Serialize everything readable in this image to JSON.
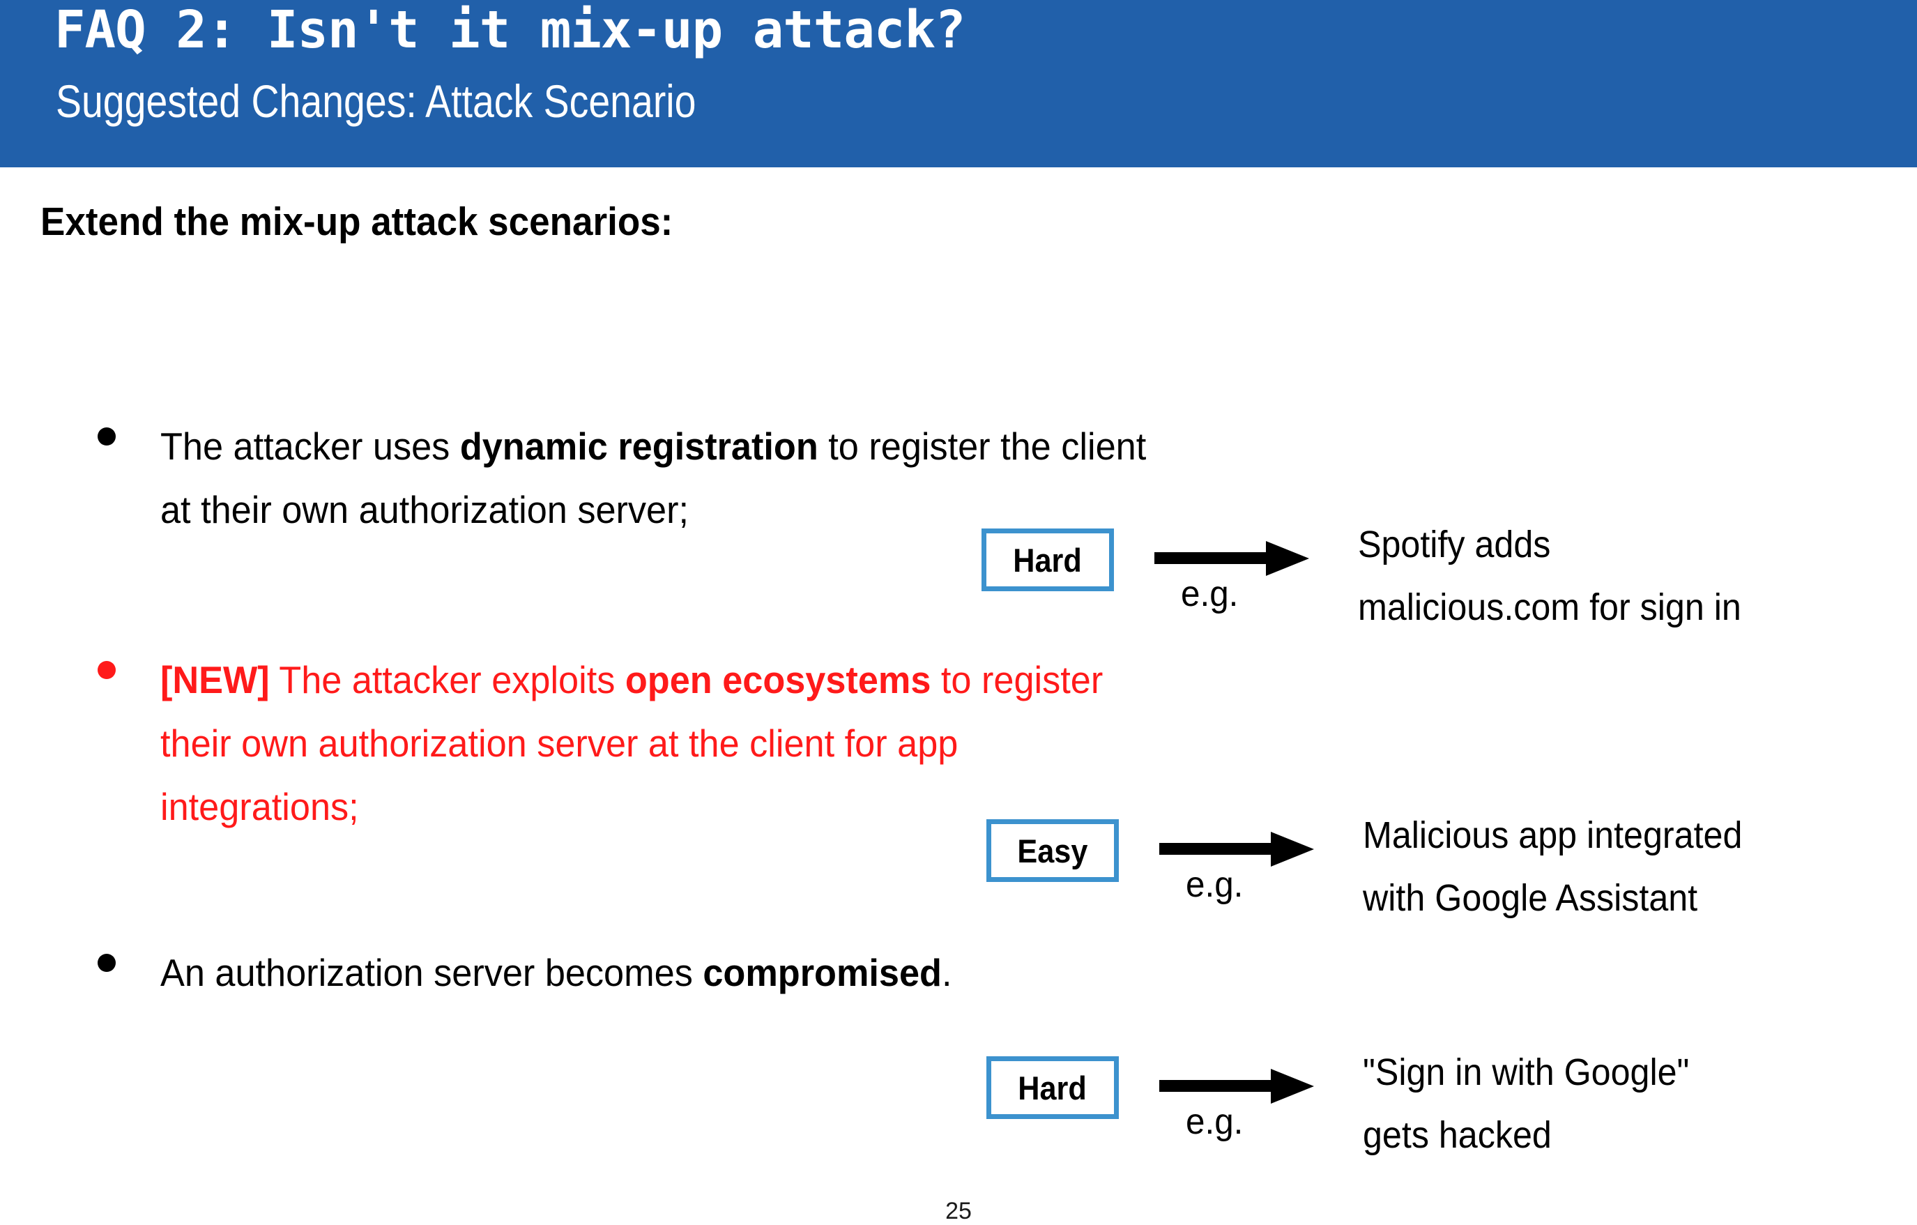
{
  "slide": {
    "title": "FAQ 2: Isn't it mix-up attack?",
    "subtitle": "Suggested Changes: Attack Scenario",
    "page_number": "25"
  },
  "colors": {
    "header_blue": "#2160AA",
    "box_border_blue": "#3C92CE",
    "highlight_red": "#FF1A1A",
    "body_black": "#000000",
    "background": "#FFFFFF"
  },
  "body": {
    "intro": "Extend the mix-up attack scenarios:",
    "bullets": [
      {
        "color": "black",
        "lines": [
          [
            {
              "text": "The attacker uses ",
              "bold": false
            },
            {
              "text": "dynamic registration",
              "bold": true
            },
            {
              "text": " to register the client",
              "bold": false
            }
          ],
          [
            {
              "text": "at their own authorization server;",
              "bold": false
            }
          ]
        ]
      },
      {
        "color": "red",
        "lines": [
          [
            {
              "text": "[NEW]",
              "bold": true
            },
            {
              "text": " The attacker exploits ",
              "bold": false
            },
            {
              "text": "open ecosystems",
              "bold": true
            },
            {
              "text": " to register",
              "bold": false
            }
          ],
          [
            {
              "text": "their own authorization server at the client for app",
              "bold": false
            }
          ],
          [
            {
              "text": "integrations;",
              "bold": false
            }
          ]
        ]
      },
      {
        "color": "black",
        "lines": [
          [
            {
              "text": "An authorization server becomes ",
              "bold": false
            },
            {
              "text": "compromised",
              "bold": true
            },
            {
              "text": ".",
              "bold": false
            }
          ]
        ]
      }
    ],
    "examples": [
      {
        "difficulty": "Hard",
        "arrow_label": "e.g.",
        "example_lines": [
          "Spotify adds",
          "malicious.com for sign in"
        ]
      },
      {
        "difficulty": "Easy",
        "arrow_label": "e.g.",
        "example_lines": [
          "Malicious app integrated",
          "with Google Assistant"
        ]
      },
      {
        "difficulty": "Hard",
        "arrow_label": "e.g.",
        "example_lines": [
          "\"Sign in with Google\"",
          "gets hacked"
        ]
      }
    ]
  }
}
